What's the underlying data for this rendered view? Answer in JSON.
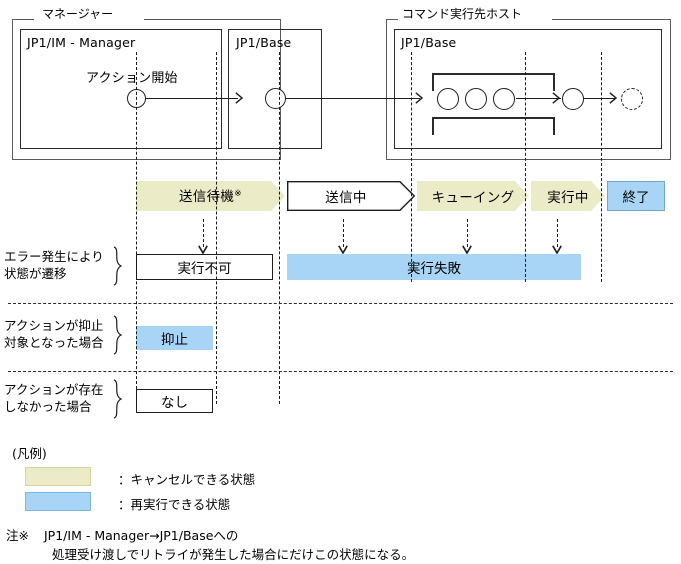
{
  "diagram": {
    "title": "JP1 action execution status transition diagram",
    "colors": {
      "cancelable": "#ecebc8",
      "rerunnable": "#a8d4f5",
      "line": "#1d1d1d",
      "frame": "#5b5b5b"
    }
  },
  "groups": [
    {
      "id": "manager",
      "label": "マネージャー"
    },
    {
      "id": "target_host",
      "label": "コマンド実行先ホスト"
    }
  ],
  "components": [
    {
      "id": "jp1im",
      "label": "JP1/IM - Manager"
    },
    {
      "id": "jp1base_mgr",
      "label": "JP1/Base"
    },
    {
      "id": "jp1base_host",
      "label": "JP1/Base"
    }
  ],
  "flow": {
    "start_label": "アクション開始"
  },
  "statuses": [
    {
      "id": "wait_send",
      "label": "送信待機",
      "mark": "※",
      "fill": "cancelable",
      "shape": "chevron",
      "bordered": false
    },
    {
      "id": "sending",
      "label": "送信中",
      "mark": "",
      "fill": "none",
      "shape": "chevron",
      "bordered": true
    },
    {
      "id": "queuing",
      "label": "キューイング",
      "mark": "",
      "fill": "cancelable",
      "shape": "chevron",
      "bordered": false
    },
    {
      "id": "running",
      "label": "実行中",
      "mark": "",
      "fill": "cancelable",
      "shape": "chevron",
      "bordered": false
    },
    {
      "id": "ended",
      "label": "終了",
      "mark": "",
      "fill": "rerunnable",
      "shape": "rect",
      "bordered": true
    }
  ],
  "rows": [
    {
      "id": "error_row",
      "label_line1": "エラー発生により",
      "label_line2": "状態が遷移",
      "boxes": [
        {
          "id": "not_executable",
          "label": "実行不可",
          "fill": "none",
          "bordered": true
        },
        {
          "id": "exec_failed",
          "label": "実行失敗",
          "fill": "rerunnable",
          "bordered": false
        }
      ]
    },
    {
      "id": "suppressed_row",
      "label_line1": "アクションが抑止",
      "label_line2": "対象となった場合",
      "boxes": [
        {
          "id": "suppressed",
          "label": "抑止",
          "fill": "rerunnable",
          "bordered": false
        }
      ]
    },
    {
      "id": "none_row",
      "label_line1": "アクションが存在",
      "label_line2": "しなかった場合",
      "boxes": [
        {
          "id": "none",
          "label": "なし",
          "fill": "none",
          "bordered": true
        }
      ]
    }
  ],
  "legend": {
    "title": "(凡例)",
    "items": [
      {
        "id": "legend_cancelable",
        "swatch": "cancelable",
        "text": "：キャンセルできる状態"
      },
      {
        "id": "legend_rerunnable",
        "swatch": "rerunnable",
        "text": "：再実行できる状態"
      }
    ]
  },
  "footnote": {
    "marker": "注※",
    "line1": "JP1/IM - Manager→JP1/Baseへの",
    "line2": "処理受け渡しでリトライが発生した場合にだけこの状態になる。"
  }
}
